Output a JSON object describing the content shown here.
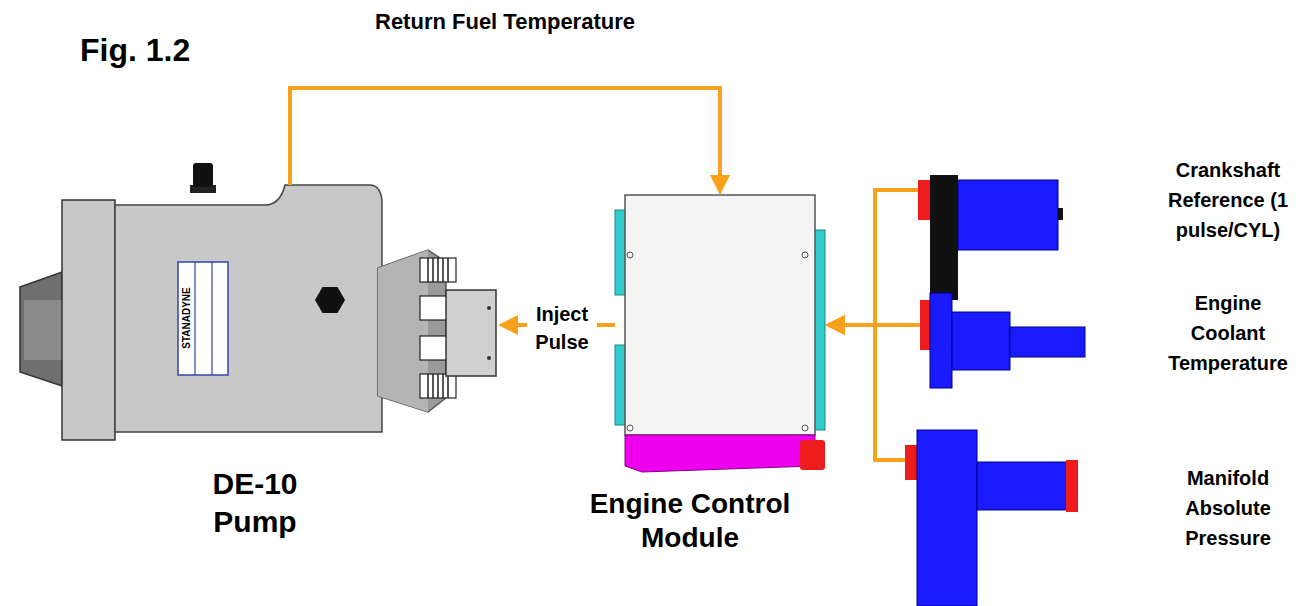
{
  "diagram": {
    "nodes": [
      {
        "text": [
          "DE-10 Pump"
        ]
      },
      {
        "text": [
          "Engine Control Module"
        ]
      },
      {
        "text": [
          "Crankshaft Reference (1 pulse/CYL)"
        ]
      },
      {
        "text": [
          "Engine Coolant Temperature"
        ]
      },
      {
        "text": [
          "Manifold Absolute Pressure"
        ]
      }
    ],
    "edges": [
      {
        "from": 0,
        "to": 1,
        "arrow": "to",
        "label": "Return Fuel Temperature"
      },
      {
        "from": 1,
        "to": 0,
        "arrow": "to",
        "label": "Inject Pulse"
      },
      {
        "from": 2,
        "to": 1,
        "arrow": "to"
      },
      {
        "from": 3,
        "to": 1,
        "arrow": "to"
      },
      {
        "from": 4,
        "to": 1,
        "arrow": "to"
      }
    ],
    "labels": [
      "Fig. 1.2",
      "STANADYNE"
    ]
  }
}
